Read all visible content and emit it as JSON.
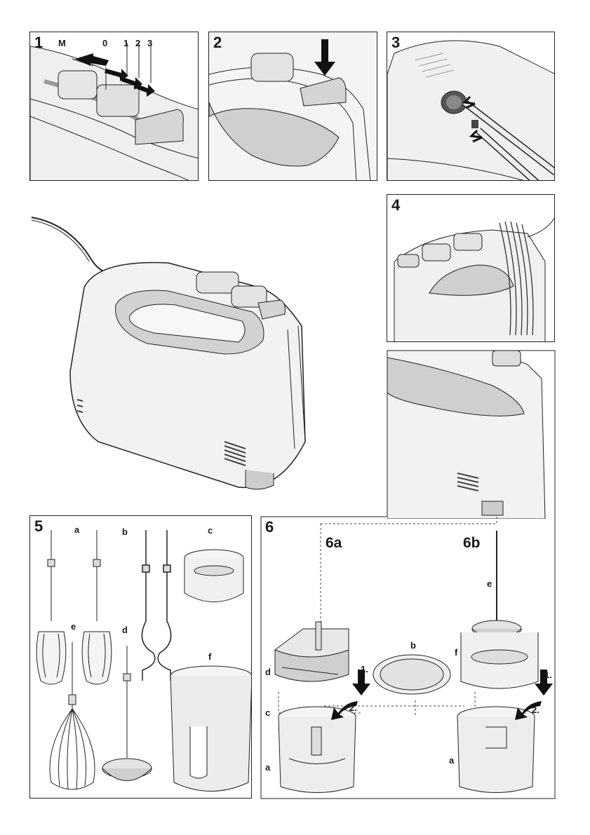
{
  "panels": {
    "p1": {
      "number": "1",
      "labels": {
        "m": "M",
        "s0": "0",
        "s1": "1",
        "s2": "2",
        "s3": "3"
      }
    },
    "p2": {
      "number": "2"
    },
    "p3": {
      "number": "3"
    },
    "p4": {
      "number": "4"
    },
    "p5": {
      "number": "5",
      "labels": {
        "a": "a",
        "b": "b",
        "c": "c",
        "d": "d",
        "e": "e",
        "f": "f"
      }
    },
    "p6": {
      "number": "6",
      "sub_a": "6a",
      "sub_b": "6b",
      "labels": {
        "a_left": "a",
        "a_right": "a",
        "b": "b",
        "c": "c",
        "d": "d",
        "e": "e",
        "f": "f",
        "step1_left": "1.",
        "step2_left": "2.",
        "step1_right": "1.",
        "step2_right": "2."
      }
    }
  },
  "colors": {
    "line": "#222222",
    "body": "#f2f2f2",
    "shade": "#cfcfcf",
    "arrow": "#111111"
  }
}
